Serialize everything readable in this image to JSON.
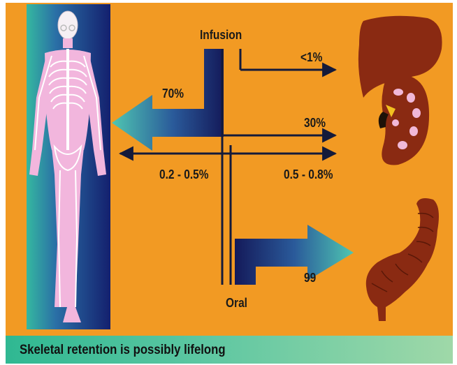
{
  "labels": {
    "infusion": "Infusion",
    "oral": "Oral",
    "pct_lt1": "<1%",
    "pct_70": "70%",
    "pct_30": "30%",
    "pct_02_05": "0.2 - 0.5%",
    "pct_05_08": "0.5 - 0.8%",
    "pct_99": "99"
  },
  "caption": "Skeletal retention is possibly lifelong",
  "colors": {
    "background": "#f29a23",
    "panel_dark": "#14206e",
    "panel_teal": "#35b8a0",
    "arrow_dark": "#141a5a",
    "arrow_teal": "#4fc6b2",
    "organ": "#8a2a12",
    "kidney_inner": "#f0b8d8",
    "skeleton_body": "#f2b6dd",
    "caption_bar": "#5ec7a2"
  },
  "icons": [
    "human-skeleton-icon",
    "liver-icon",
    "kidney-icon",
    "intestine-icon"
  ]
}
